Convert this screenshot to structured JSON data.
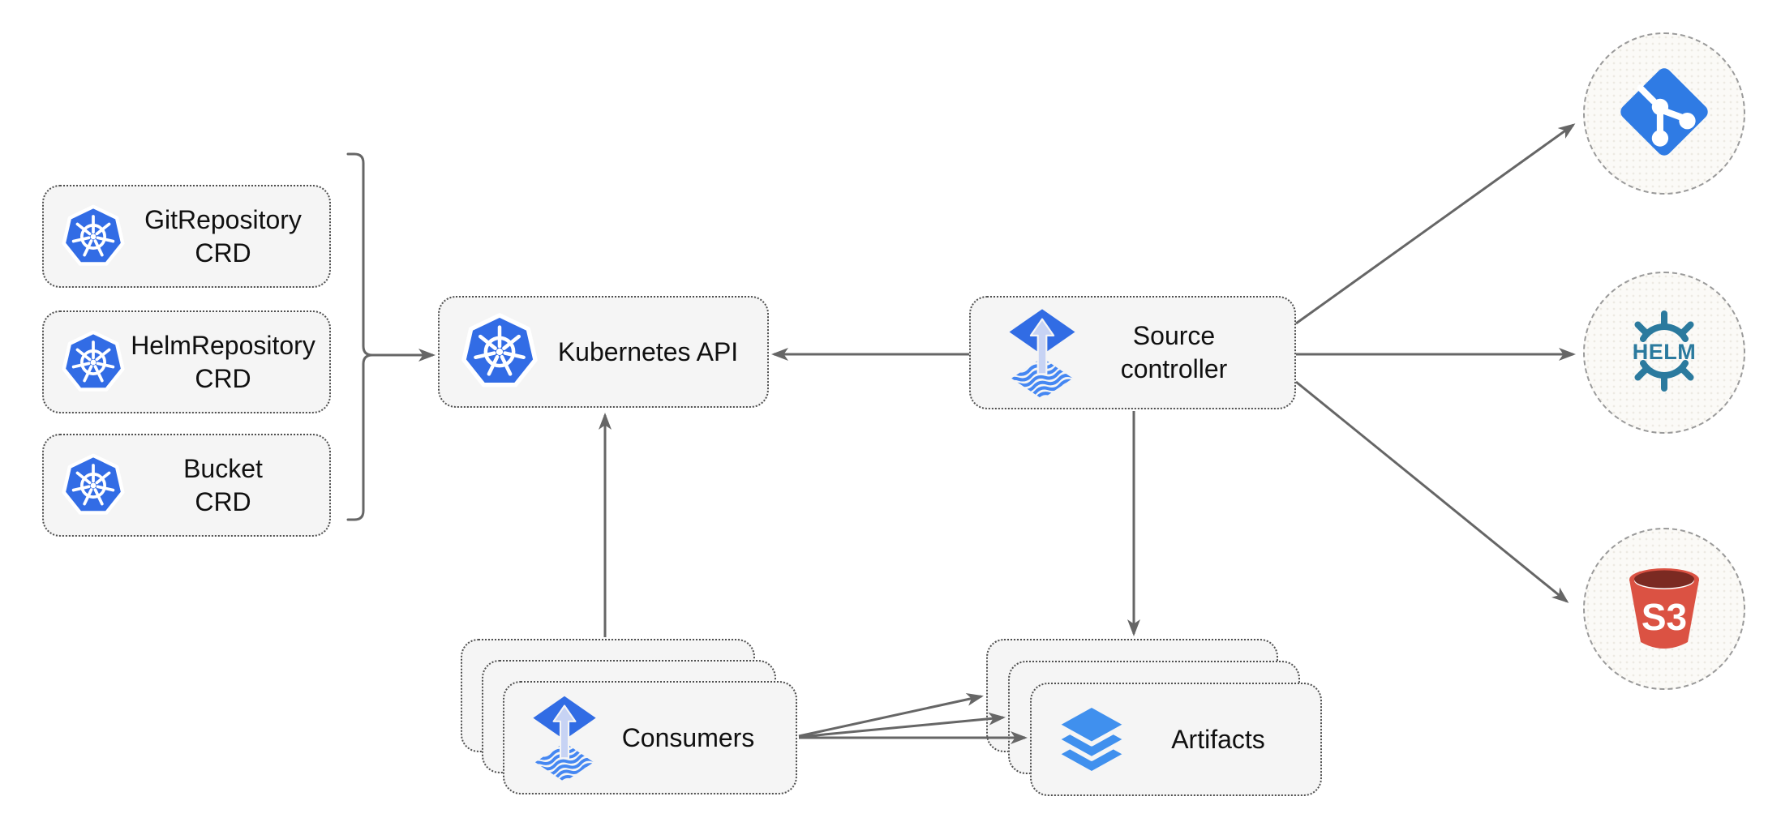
{
  "diagram": {
    "background": "#FFFFFF",
    "nodes": {
      "git_repository_crd": {
        "line1": "GitRepository",
        "line2": "CRD",
        "icon": "kubernetes"
      },
      "helm_repository_crd": {
        "line1": "HelmRepository",
        "line2": "CRD",
        "icon": "kubernetes"
      },
      "bucket_crd": {
        "line1": "Bucket",
        "line2": "CRD",
        "icon": "kubernetes"
      },
      "kubernetes_api": {
        "label": "Kubernetes API",
        "icon": "kubernetes"
      },
      "source_controller": {
        "line1": "Source",
        "line2": "controller",
        "icon": "flux"
      },
      "consumers": {
        "label": "Consumers",
        "icon": "flux",
        "stacked": 3
      },
      "artifacts": {
        "label": "Artifacts",
        "icon": "layers",
        "stacked": 3
      },
      "git_remote": {
        "icon": "git"
      },
      "helm_remote": {
        "icon": "helm",
        "wheel_text": "HELM"
      },
      "s3_remote": {
        "icon": "s3-bucket",
        "bucket_text": "S3"
      }
    },
    "edges": [
      {
        "id": "crd-group-to-kubernetes-api",
        "from": "crd-group-bracket",
        "to": "kubernetes_api"
      },
      {
        "id": "source-controller-to-kubernetes-api",
        "from": "source_controller",
        "to": "kubernetes_api"
      },
      {
        "id": "consumers-to-kubernetes-api",
        "from": "consumers",
        "to": "kubernetes_api"
      },
      {
        "id": "source-controller-to-artifacts",
        "from": "source_controller",
        "to": "artifacts"
      },
      {
        "id": "consumers-to-artifacts-1",
        "from": "consumers",
        "to": "artifacts"
      },
      {
        "id": "consumers-to-artifacts-2",
        "from": "consumers",
        "to": "artifacts"
      },
      {
        "id": "consumers-to-artifacts-3",
        "from": "consumers",
        "to": "artifacts"
      },
      {
        "id": "source-controller-to-git-remote",
        "from": "source_controller",
        "to": "git_remote"
      },
      {
        "id": "source-controller-to-helm-remote",
        "from": "source_controller",
        "to": "helm_remote"
      },
      {
        "id": "source-controller-to-s3-remote",
        "from": "source_controller",
        "to": "s3_remote"
      }
    ],
    "colors": {
      "kubernetes_blue": "#326CE5",
      "flux_blue": "#316CE4",
      "flux_arrow_light": "#C7D3F4",
      "flux_wave_blue": "#4587F2",
      "layers_blue": "#4090EE",
      "git_blue": "#2F7BE4",
      "helm_teal": "#2B7A9E",
      "s3_red": "#DB5243",
      "s3_dark_red": "#7B2A22",
      "node_fill": "#F5F5F5",
      "node_border": "#4F4F4F",
      "circle_border": "#9A9A9A",
      "edge_gray": "#666666",
      "text_black": "#101010"
    }
  }
}
